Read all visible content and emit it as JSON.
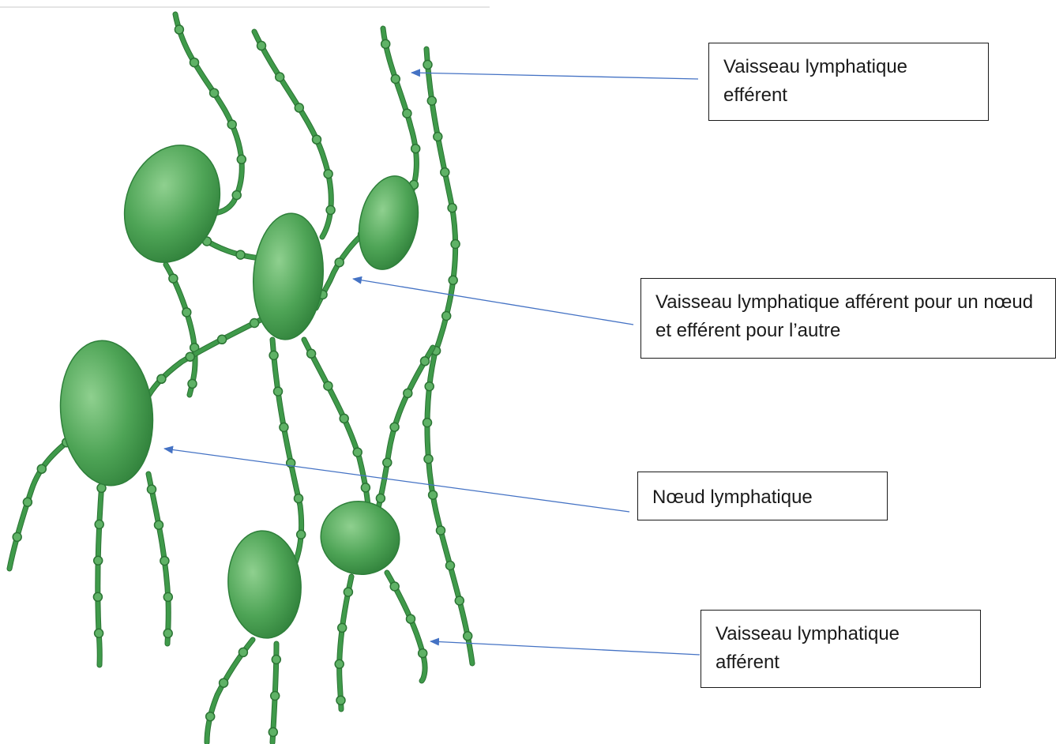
{
  "diagram": {
    "colors": {
      "vessel": "#3f9a4a",
      "vessel_dark": "#2b7434",
      "valve": "#5fb266",
      "node_light": "#7cc47f",
      "node_dark": "#2e7f3a",
      "arrow": "#4472c4",
      "box_border": "#1a1a1a"
    },
    "labels": {
      "efferent": "Vaisseau lymphatique efférent",
      "both": "Vaisseau lymphatique afférent pour un nœud et efférent pour l’autre",
      "node": "Nœud lymphatique",
      "afferent": "Vaisseau lymphatique afférent"
    }
  }
}
